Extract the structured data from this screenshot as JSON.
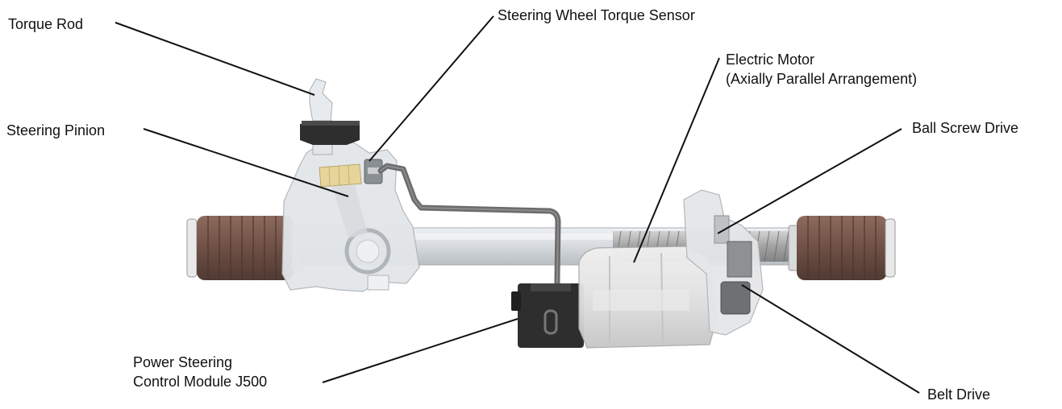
{
  "labels": {
    "torque_rod": "Torque Rod",
    "torque_sensor": "Steering Wheel Torque Sensor",
    "steering_pinion": "Steering Pinion",
    "electric_motor_line1": "Electric Motor",
    "electric_motor_line2": "(Axially Parallel Arrangement)",
    "ball_screw_drive": "Ball Screw Drive",
    "control_module_line1": "Power Steering",
    "control_module_line2": "Control Module J500",
    "belt_drive": "Belt Drive"
  },
  "colors": {
    "housing": "#d9dde0",
    "housing_shadow": "#b8bdc1",
    "bellows": "#7a5a4e",
    "bellows_dark": "#5e4239",
    "module": "#2e2e2e",
    "pipe": "#6c6c6c",
    "pinion_highlight": "#e6d59a",
    "leader_line": "#111111"
  }
}
